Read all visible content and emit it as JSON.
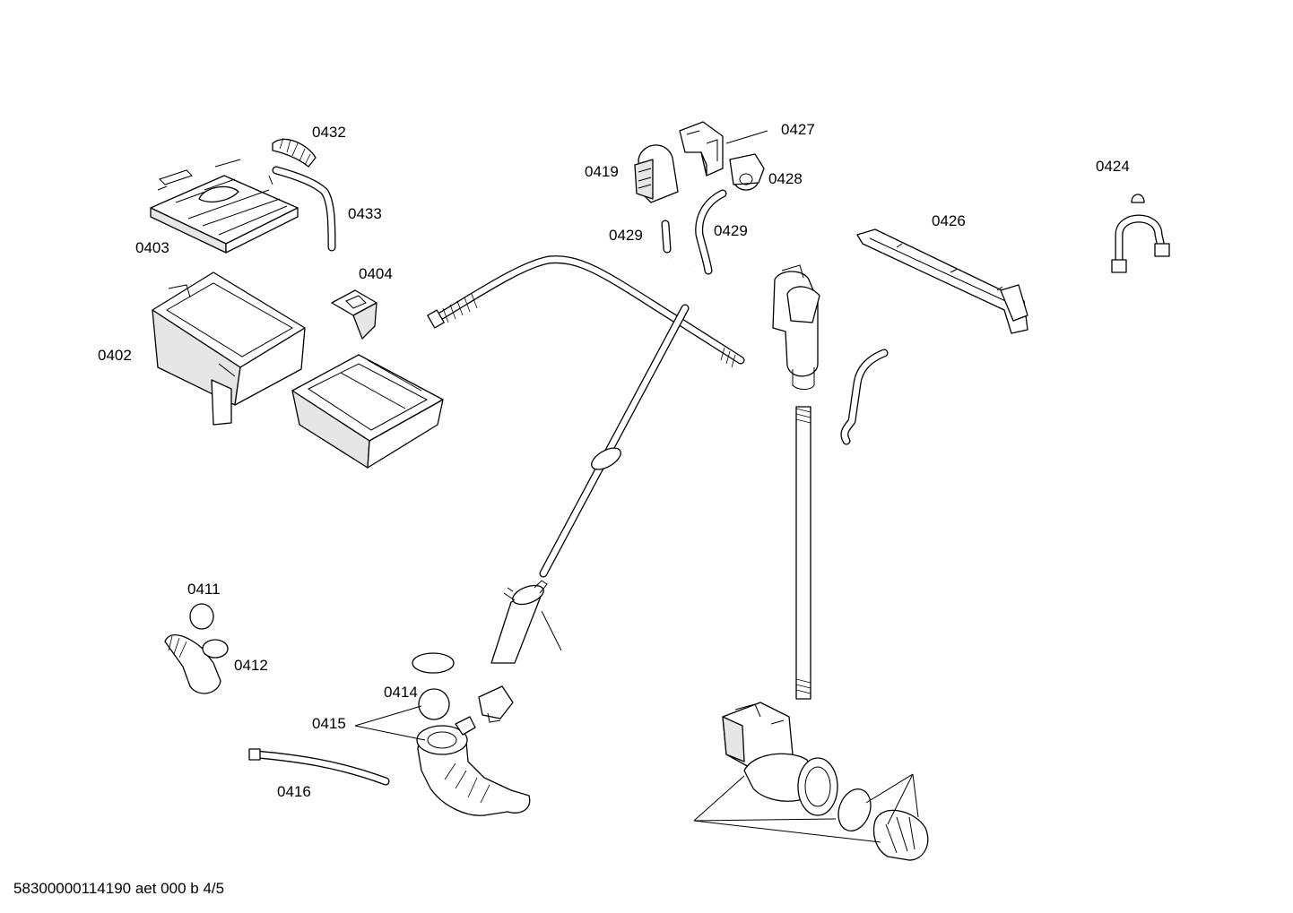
{
  "labels": {
    "p0432": "0432",
    "p0433": "0433",
    "p0403": "0403",
    "p0404": "0404",
    "p0402": "0402",
    "p0419": "0419",
    "p0427": "0427",
    "p0428": "0428",
    "p0429a": "0429",
    "p0429b": "0429",
    "p0424": "0424",
    "p0426": "0426",
    "p0411": "0411",
    "p0412": "0412",
    "p0414": "0414",
    "p0415": "0415",
    "p0416": "0416"
  },
  "footer": "58300000114190 aet 000 b 4/5"
}
